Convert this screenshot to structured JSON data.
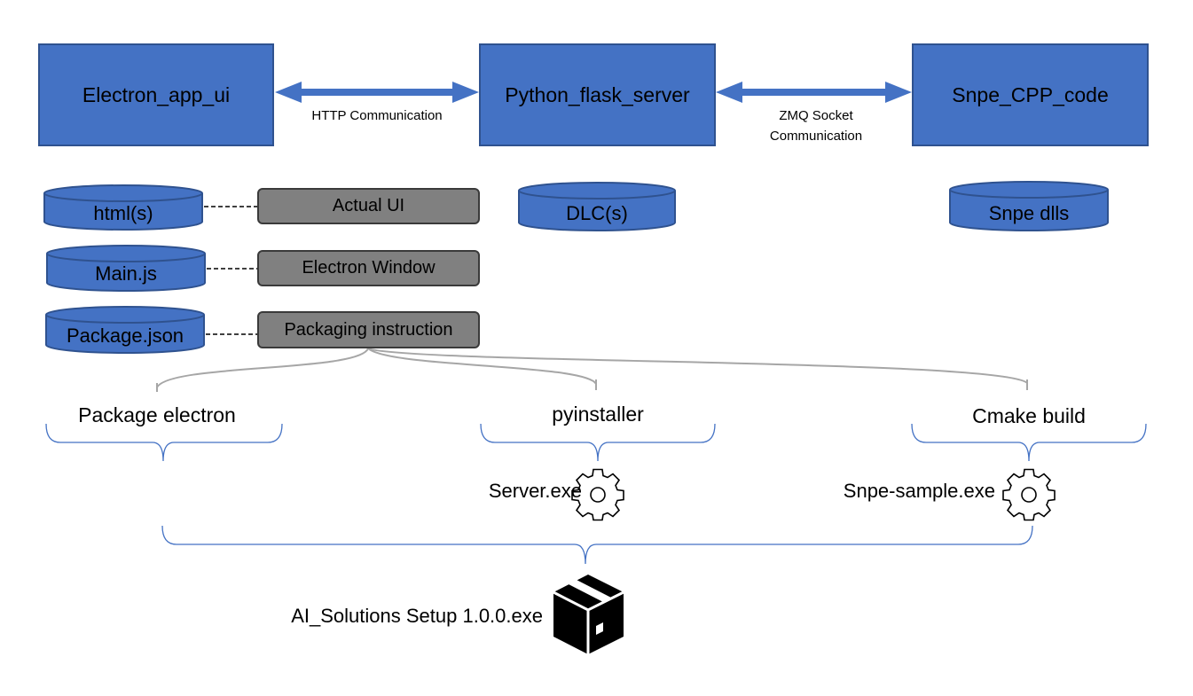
{
  "components": {
    "electron": "Electron_app_ui",
    "flask": "Python_flask_server",
    "snpe": "Snpe_CPP_code"
  },
  "connections": {
    "http": "HTTP Communication",
    "zmq_line1": "ZMQ Socket",
    "zmq_line2": "Communication"
  },
  "files": {
    "html": "html(s)",
    "main_js": "Main.js",
    "package_json": "Package.json",
    "dlc": "DLC(s)",
    "snpe_dlls": "Snpe dlls"
  },
  "roles": {
    "actual_ui": "Actual UI",
    "electron_window": "Electron Window",
    "packaging": "Packaging instruction"
  },
  "build_steps": {
    "package_electron": "Package electron",
    "pyinstaller": "pyinstaller",
    "cmake": "Cmake build"
  },
  "outputs": {
    "server_exe": "Server.exe",
    "snpe_sample_exe": "Snpe-sample.exe",
    "setup_exe": "AI_Solutions Setup 1.0.0.exe"
  },
  "icons": {
    "gear": "gear-icon",
    "package": "package-box-icon"
  },
  "colors": {
    "box_fill": "#4472c4",
    "box_border": "#2f528f",
    "gray_fill": "#808080",
    "bracket": "#4472c4",
    "curve": "#a6a6a6"
  }
}
